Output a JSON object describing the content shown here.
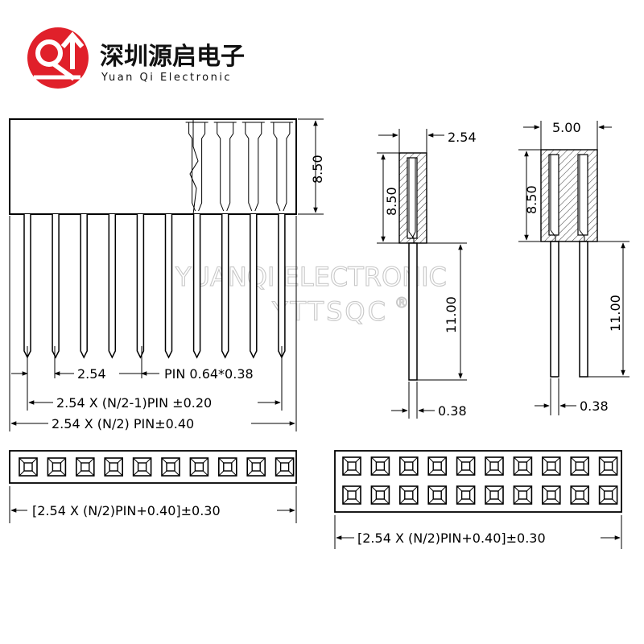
{
  "brand": {
    "name_cn": "深圳源启电子",
    "name_en": "Yuan Qi Electronic",
    "logo_color": "#e0202a"
  },
  "watermark": {
    "line1": "YUANQI ELECTRONIC",
    "line2": "YTTSQC",
    "mark": "®"
  },
  "front_view": {
    "height_label": "8.50",
    "pitch_label": "2.54",
    "pin_size_label": "PIN 0.64*0.38",
    "inner_span_label": "2.54 X (N/2-1)PIN ±0.20",
    "outer_span_label": "2.54 X (N/2) PIN±0.40",
    "pin_count": 10
  },
  "side_view_single": {
    "width_label": "2.54",
    "height_label": "8.50",
    "pin_length_label": "11.00",
    "pin_thickness_label": "0.38"
  },
  "side_view_double": {
    "width_label": "5.00",
    "height_label": "8.50",
    "pin_length_label": "11.00",
    "pin_thickness_label": "0.38"
  },
  "top_view_single": {
    "rows": 1,
    "columns": 10,
    "length_label": "[2.54 X (N/2)PIN+0.40]±0.30"
  },
  "top_view_double": {
    "rows": 2,
    "columns": 10,
    "length_label": "[2.54 X (N/2)PIN+0.40]±0.30"
  }
}
